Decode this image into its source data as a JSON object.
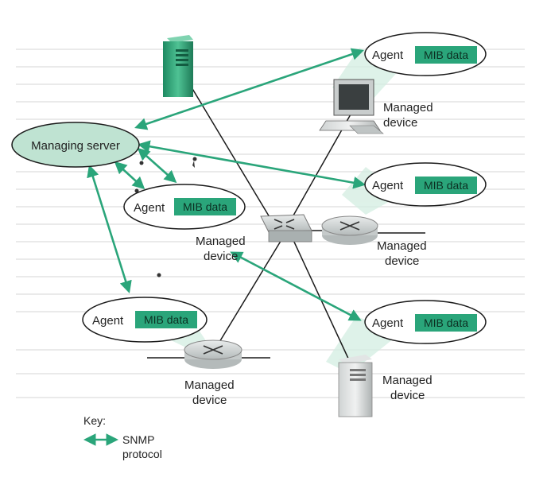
{
  "diagram": {
    "managing_server": {
      "label": "Managing server"
    },
    "agent_label": "Agent",
    "mib_label": "MIB data",
    "managed_device_label": [
      "Managed",
      "device"
    ],
    "key": {
      "title": "Key:",
      "protocol_label": [
        "SNMP",
        "protocol"
      ]
    }
  },
  "colors": {
    "protocol_arrow": "#2aa57a",
    "managing_ellipse_fill": "#bfe3d2",
    "mib_fill": "#2aa57a",
    "beam": "#d9f0e6",
    "line": "#1a1a1a"
  },
  "icons": {
    "server_top": "server-tower-icon",
    "server_bottom": "server-tower-icon",
    "monitor": "desktop-computer-icon",
    "switch": "network-switch-icon",
    "router": "router-icon"
  }
}
